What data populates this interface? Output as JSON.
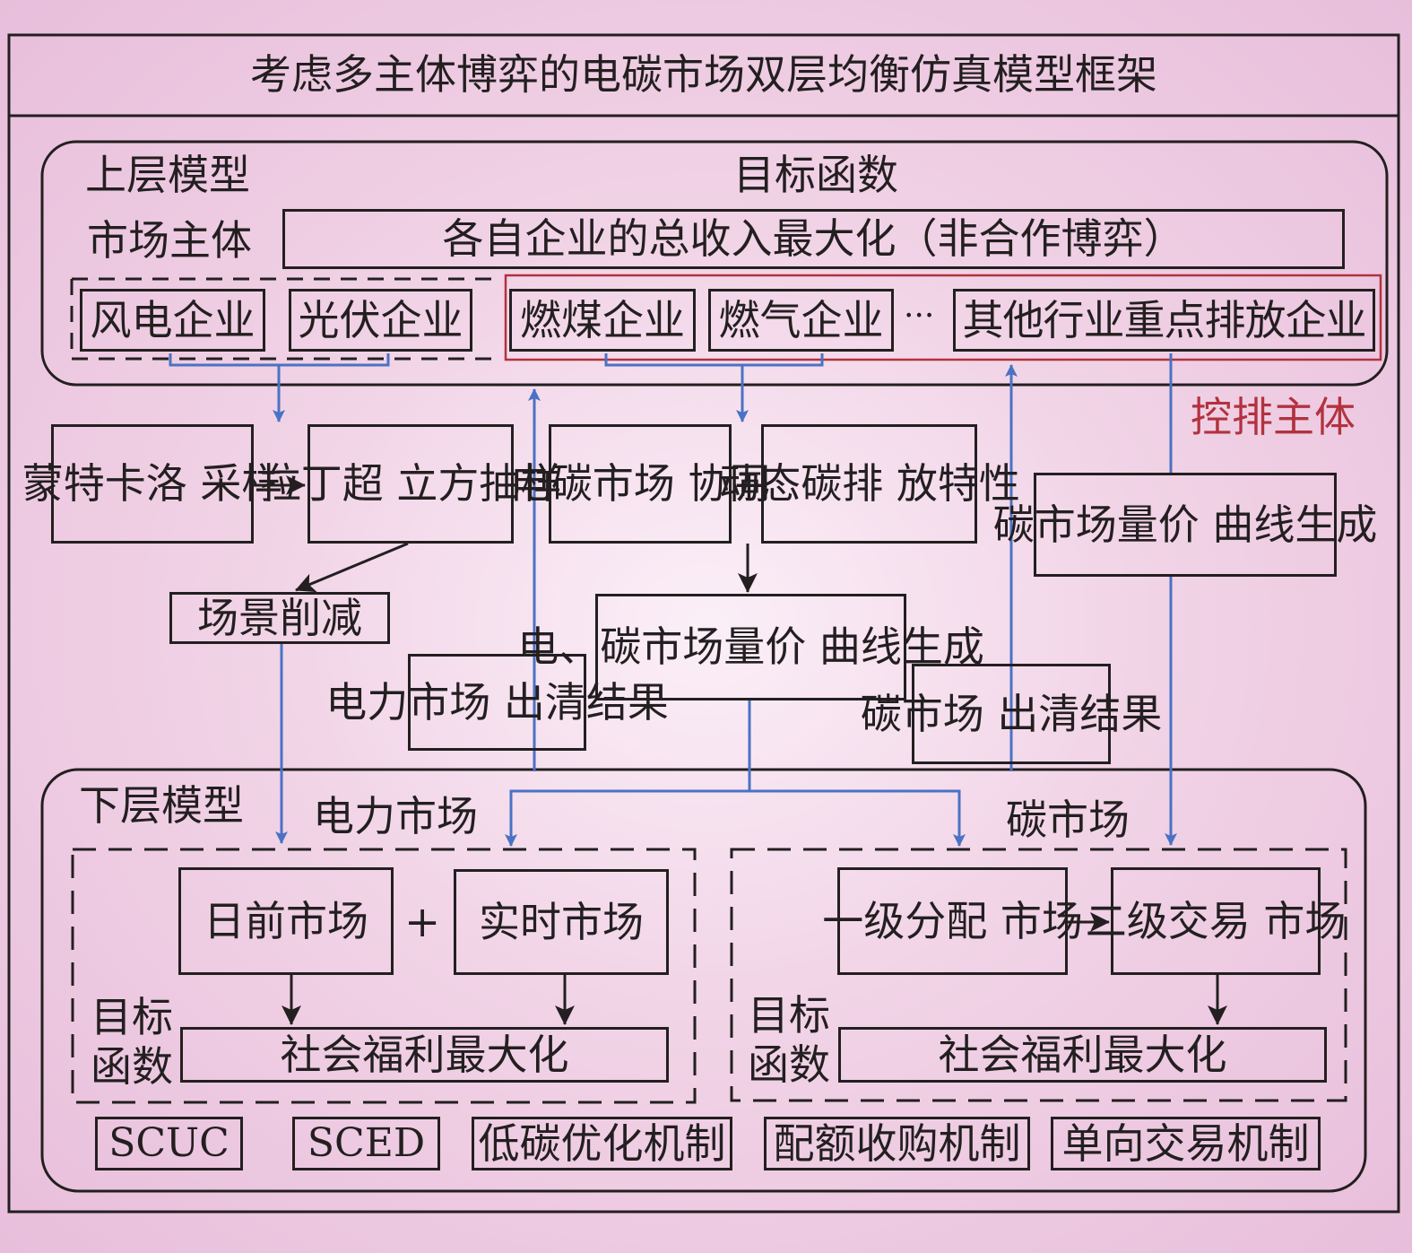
{
  "title": "考虑多主体博弈的电碳市场双层均衡仿真模型框架",
  "upper": {
    "label": "上层模型",
    "objective_header": "目标函数",
    "market_subject_label": "市场主体",
    "objective": "各自企业的总收入最大化（非合作博弈）",
    "enterprises": {
      "wind": "风电企业",
      "pv": "光伏企业",
      "coal": "燃煤企业",
      "gas": "燃气企业",
      "ellipsis": "···",
      "other": "其他行业重点排放企业"
    },
    "controlled_label": "控排主体"
  },
  "middle": {
    "monte_carlo": [
      "蒙特卡洛",
      "采样"
    ],
    "lhs": [
      "拉丁超",
      "立方抽样"
    ],
    "scenario_reduction": "场景削减",
    "synergy": [
      "电碳市场",
      "协同"
    ],
    "plus": "+",
    "dynamic": [
      "动态碳排",
      "放特性"
    ],
    "curve_both": [
      "电、碳市场量价",
      "曲线生成"
    ],
    "carbon_curve": [
      "碳市场量价",
      "曲线生成"
    ],
    "power_clearing": [
      "电力市场",
      "出清结果"
    ],
    "carbon_clearing": [
      "碳市场",
      "出清结果"
    ]
  },
  "lower": {
    "label": "下层模型",
    "power_market": {
      "label": "电力市场",
      "day_ahead": "日前市场",
      "plus": "+",
      "realtime": "实时市场",
      "objective_label": [
        "目标",
        "函数"
      ],
      "objective": "社会福利最大化"
    },
    "carbon_market": {
      "label": "碳市场",
      "primary": [
        "一级分配",
        "市场"
      ],
      "secondary": [
        "二级交易",
        "市场"
      ],
      "objective_label": [
        "目标",
        "函数"
      ],
      "objective": "社会福利最大化"
    },
    "mechanisms": [
      "SCUC",
      "SCED",
      "低碳优化机制",
      "配额收购机制",
      "单向交易机制"
    ]
  },
  "colors": {
    "line": "#231f20",
    "flow_arrow": "#4a72c4",
    "controlled": "#b2323e"
  }
}
